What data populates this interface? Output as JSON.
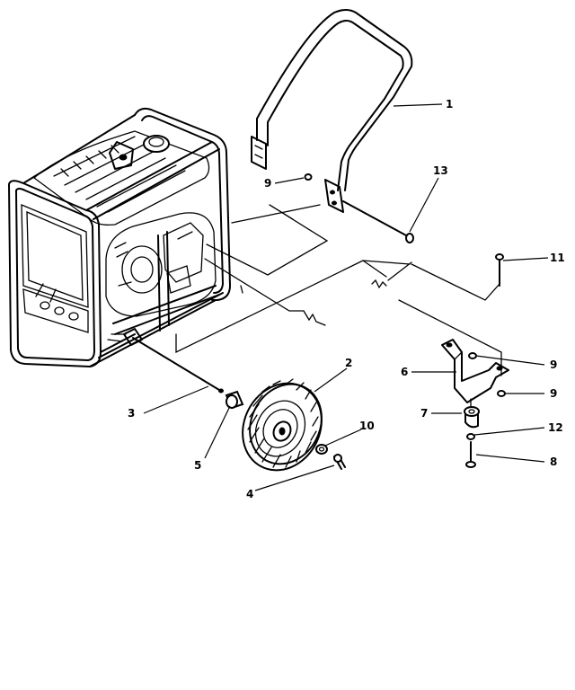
{
  "colors": {
    "ink": "#000000",
    "paper": "#ffffff"
  },
  "callouts": [
    {
      "id": "1",
      "text": "1"
    },
    {
      "id": "2",
      "text": "2"
    },
    {
      "id": "3",
      "text": "3"
    },
    {
      "id": "4",
      "text": "4"
    },
    {
      "id": "5",
      "text": "5"
    },
    {
      "id": "6",
      "text": "6"
    },
    {
      "id": "7",
      "text": "7"
    },
    {
      "id": "8",
      "text": "8"
    },
    {
      "id": "9a",
      "text": "9"
    },
    {
      "id": "9b",
      "text": "9"
    },
    {
      "id": "9c",
      "text": "9"
    },
    {
      "id": "10",
      "text": "10"
    },
    {
      "id": "11",
      "text": "11"
    },
    {
      "id": "12",
      "text": "12"
    },
    {
      "id": "13",
      "text": "13"
    }
  ]
}
